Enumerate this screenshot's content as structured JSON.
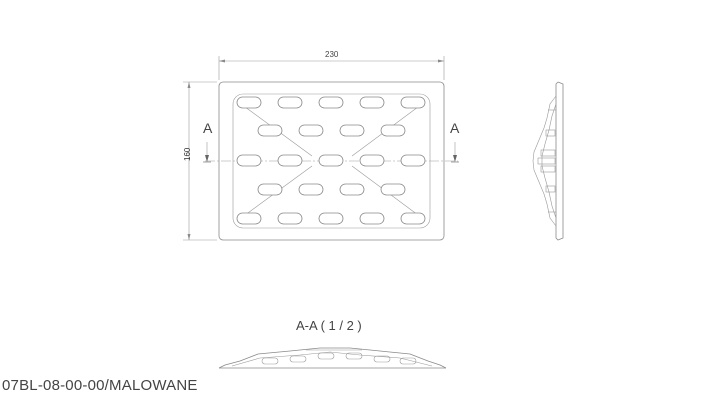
{
  "drawing": {
    "code": "07BL-08-00-00/MALOWANE",
    "width_dim": "230",
    "height_dim": "160",
    "section_marker": "A",
    "section_title": "A-A ( 1 / 2 )"
  },
  "colors": {
    "line": "#8a8a8a",
    "text": "#444444",
    "background": "#ffffff"
  }
}
